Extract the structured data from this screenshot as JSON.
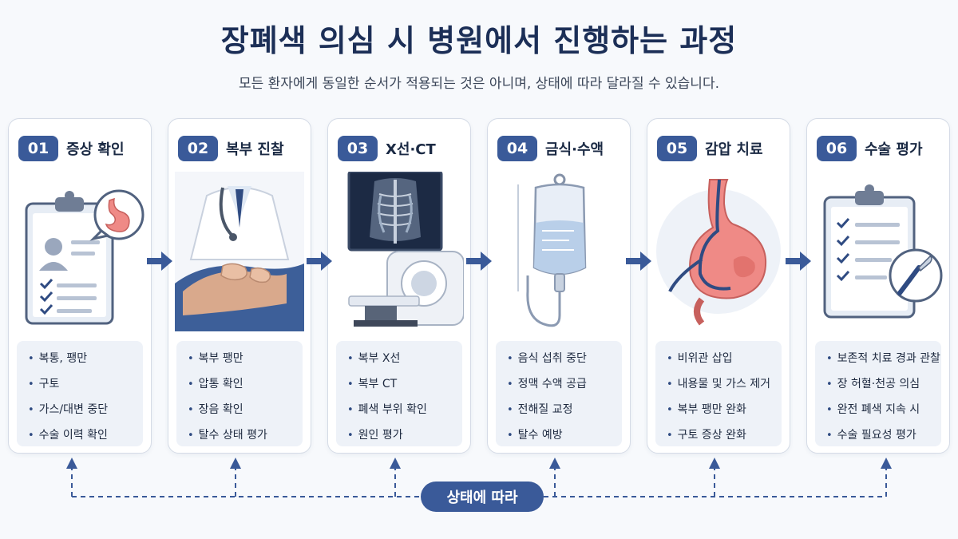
{
  "header": {
    "title": "장폐색 의심 시 병원에서 진행하는 과정",
    "subtitle": "모든 환자에게 동일한 순서가 적용되는 것은 아니며, 상태에 따라 달라질 수 있습니다."
  },
  "steps": [
    {
      "num": "01",
      "title": "증상 확인",
      "icon": "clipboard-stomach-icon",
      "items": [
        "복통, 팽만",
        "구토",
        "가스/대변 중단",
        "수술 이력 확인"
      ]
    },
    {
      "num": "02",
      "title": "복부 진찰",
      "icon": "doctor-exam-icon",
      "items": [
        "복부 팽만",
        "압통 확인",
        "장음 확인",
        "탈수 상태 평가"
      ]
    },
    {
      "num": "03",
      "title": "X선·CT",
      "icon": "xray-ct-icon",
      "items": [
        "복부 X선",
        "복부 CT",
        "폐색 부위 확인",
        "원인 평가"
      ]
    },
    {
      "num": "04",
      "title": "금식·수액",
      "icon": "iv-bag-icon",
      "items": [
        "음식 섭취 중단",
        "정맥 수액 공급",
        "전해질 교정",
        "탈수 예방"
      ]
    },
    {
      "num": "05",
      "title": "감압 치료",
      "icon": "stomach-tube-icon",
      "items": [
        "비위관 삽입",
        "내용물 및 가스 제거",
        "복부 팽만 완화",
        "구토 증상 완화"
      ]
    },
    {
      "num": "06",
      "title": "수술 평가",
      "icon": "clipboard-scalpel-icon",
      "items": [
        "보존적 치료 경과 관찰",
        "장 허혈·천공 의심",
        "완전 폐색 지속 시",
        "수술 필요성 평가"
      ]
    }
  ],
  "feedback": {
    "label": "상태에 따라"
  },
  "colors": {
    "accent": "#3a5a99",
    "arrow": "#3a5a99",
    "stomach": "#ef8a86",
    "background": "#f7f9fc"
  }
}
